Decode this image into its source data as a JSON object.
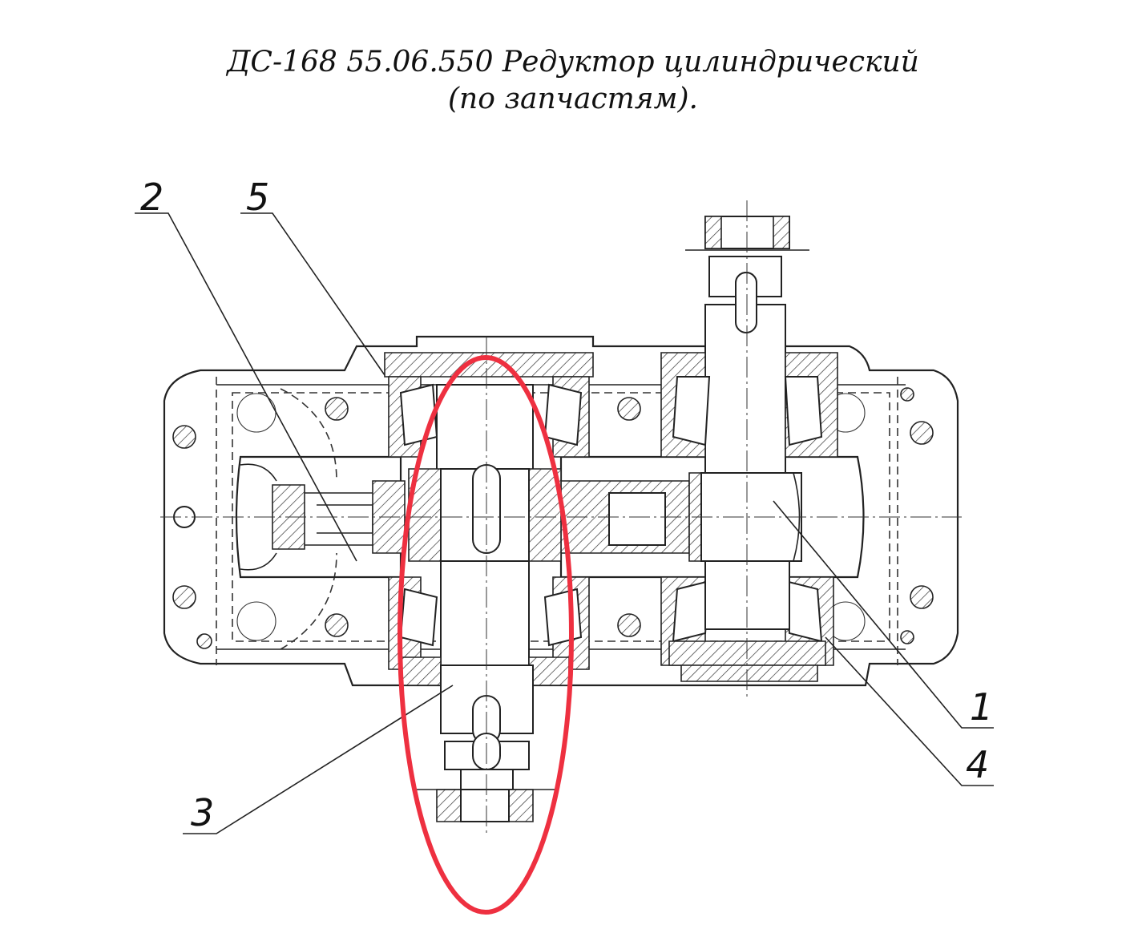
{
  "title": {
    "line1": "ДС-168 55.06.550 Редуктор цилиндрический",
    "line2": "(по запчастям)."
  },
  "callouts": {
    "c1": "1",
    "c2": "2",
    "c3": "3",
    "c4": "4",
    "c5": "5"
  },
  "highlight_color": "#ee3040"
}
